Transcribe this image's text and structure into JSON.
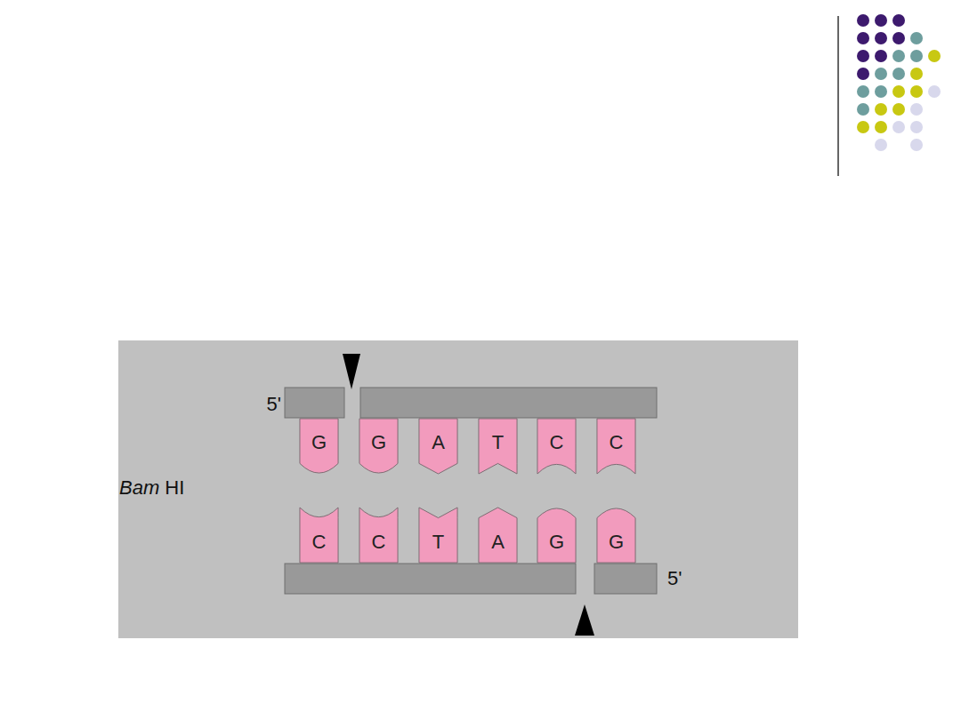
{
  "diagram": {
    "nodes": [
      {
        "text": [
          "G"
        ]
      },
      {
        "text": [
          "G"
        ]
      },
      {
        "text": [
          "A"
        ]
      },
      {
        "text": [
          "T"
        ]
      },
      {
        "text": [
          "C"
        ]
      },
      {
        "text": [
          "C"
        ]
      },
      {
        "text": [
          "C"
        ]
      },
      {
        "text": [
          "C"
        ]
      },
      {
        "text": [
          "T"
        ]
      },
      {
        "text": [
          "A"
        ]
      },
      {
        "text": [
          "G"
        ]
      },
      {
        "text": [
          "G"
        ]
      }
    ],
    "labels": [
      "5'",
      "Bam",
      "HI",
      "5'"
    ]
  }
}
